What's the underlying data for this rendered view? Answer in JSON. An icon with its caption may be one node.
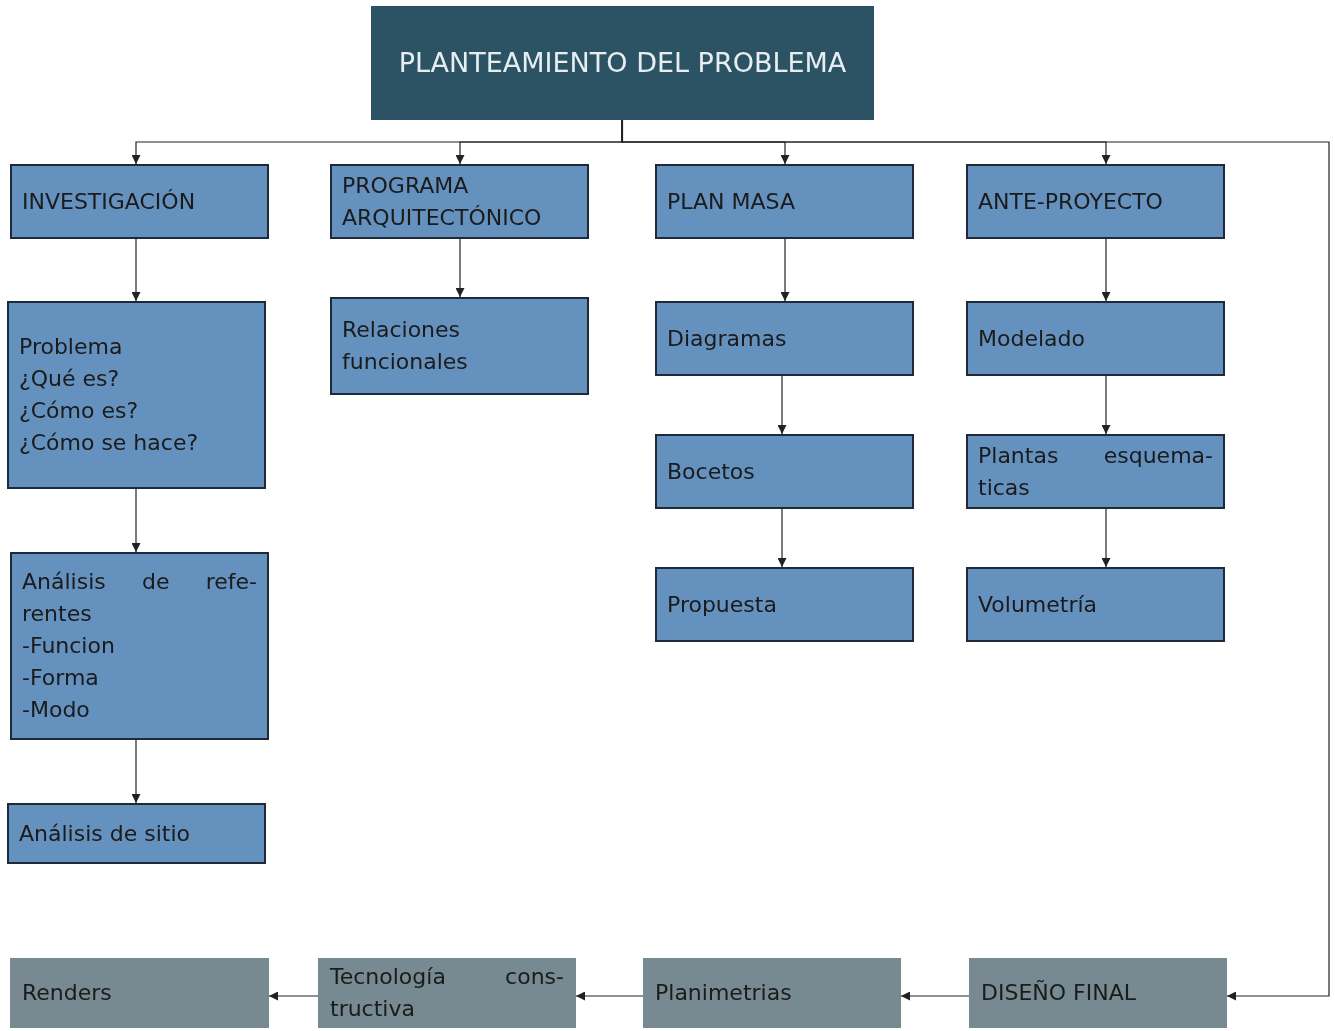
{
  "diagram": {
    "nodes": [
      {
        "text": [
          "PLANTEAMIENTO DEL PROBLEMA"
        ]
      },
      {
        "text": [
          "INVESTIGACIÓN"
        ]
      },
      {
        "text": [
          "PROGRAMA ARQUITECTÓNICO"
        ]
      },
      {
        "text": [
          "PLAN MASA"
        ]
      },
      {
        "text": [
          "ANTE-PROYECTO"
        ]
      },
      {
        "text": [
          "Problema",
          "¿Qué es?",
          "¿Cómo es?",
          "¿Cómo se hace?"
        ]
      },
      {
        "text": [
          "Relaciones funcionales"
        ]
      },
      {
        "text": [
          "Diagramas"
        ]
      },
      {
        "text": [
          "Modelado"
        ]
      },
      {
        "text": [
          "Bocetos"
        ]
      },
      {
        "text": [
          "Plantas esquema- ticas"
        ]
      },
      {
        "text": [
          "Análisis de refe- rentes",
          "-Funcion",
          "-Forma",
          "-Modo"
        ]
      },
      {
        "text": [
          "Propuesta"
        ]
      },
      {
        "text": [
          "Volumetría"
        ]
      },
      {
        "text": [
          "Análisis de sitio"
        ]
      },
      {
        "text": [
          "Renders"
        ]
      },
      {
        "text": [
          "Tecnología cons- tructiva"
        ]
      },
      {
        "text": [
          "Planimetrias"
        ]
      },
      {
        "text": [
          "DISEÑO FINAL"
        ]
      }
    ],
    "edges": [
      {
        "from": 0,
        "to": 1,
        "arrow": "to"
      },
      {
        "from": 0,
        "to": 2,
        "arrow": "to"
      },
      {
        "from": 0,
        "to": 3,
        "arrow": "to"
      },
      {
        "from": 0,
        "to": 4,
        "arrow": "to"
      },
      {
        "from": 0,
        "to": 18,
        "arrow": "to"
      },
      {
        "from": 1,
        "to": 5,
        "arrow": "to"
      },
      {
        "from": 5,
        "to": 11,
        "arrow": "to"
      },
      {
        "from": 11,
        "to": 14,
        "arrow": "to"
      },
      {
        "from": 2,
        "to": 6,
        "arrow": "to"
      },
      {
        "from": 3,
        "to": 7,
        "arrow": "to"
      },
      {
        "from": 7,
        "to": 9,
        "arrow": "to"
      },
      {
        "from": 9,
        "to": 12,
        "arrow": "to"
      },
      {
        "from": 4,
        "to": 8,
        "arrow": "to"
      },
      {
        "from": 8,
        "to": 10,
        "arrow": "to"
      },
      {
        "from": 10,
        "to": 13,
        "arrow": "to"
      },
      {
        "from": 18,
        "to": 17,
        "arrow": "to"
      },
      {
        "from": 17,
        "to": 16,
        "arrow": "to"
      },
      {
        "from": 16,
        "to": 15,
        "arrow": "to"
      }
    ]
  }
}
